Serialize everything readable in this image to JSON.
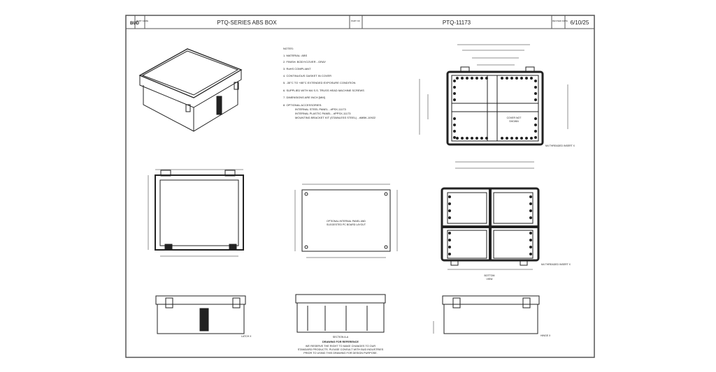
{
  "title_block": {
    "logo": "BUD",
    "part_name_label": "PART NAME",
    "part_name": "PTQ-SERIES ABS BOX",
    "part_no_label": "PART NO",
    "part_no": "PTQ-11173",
    "revised_date_label": "REVISED DATE",
    "revised_date": "6/10/25"
  },
  "notes": {
    "heading": "NOTES:",
    "items": [
      "1.  MATERIAL: ABS",
      "2.  FINISH: BODY/COVER - GRAY",
      "3.  RoHS COMPLIANT",
      "4.  CONTINUOUS GASKET IN COVER",
      "5.  -35°C TO +85°C EXTENDED EXPOSURE CONDITION",
      "6.  SUPPLIED WITH M4 S.S. TRUSS HEAD MACHINE SCREWS",
      "7.  DIMENSIONS ARE INCH [MM]",
      "8.  OPTIONAL ACCESSORIES:"
    ],
    "accessories": [
      "INTERNAL STEEL PANEL - #PSX-11173",
      "INTERNAL PLASTIC PANEL - #PPSX-11173",
      "MOUNTING BRACKET KIT (STAINLESS STEEL) - #MBK-10922"
    ]
  },
  "labels": {
    "cover_not_shown": [
      "COVER NOT",
      "SHOWN"
    ],
    "panel_note": [
      "OPTIONAL INTERNAL PANEL AND",
      "SUGGESTED PC BOARD LAYOUT"
    ],
    "bottom_view": [
      "BOTTOM",
      "VIEW"
    ],
    "section": "SECTION A-A",
    "inserts_top": "M4 THREADED INSERT X",
    "inserts_bottom": "M4 THREADED INSERT X",
    "latch": "LATCH X",
    "hinge": "HINGE X"
  },
  "disclaimer": [
    "DRAWING FOR REFERENCE",
    "WE RESERVE THE RIGHT TO MAKE CHANGES TO OUR",
    "STANDARD PRODUCTS. PLEASE CONSULT WITH BUD INDUSTRIES",
    "PRIOR TO USING THIS DRAWING FOR DESIGN PURPOSE."
  ],
  "colors": {
    "line": "#222222",
    "frame": "#555555",
    "background": "#ffffff"
  }
}
